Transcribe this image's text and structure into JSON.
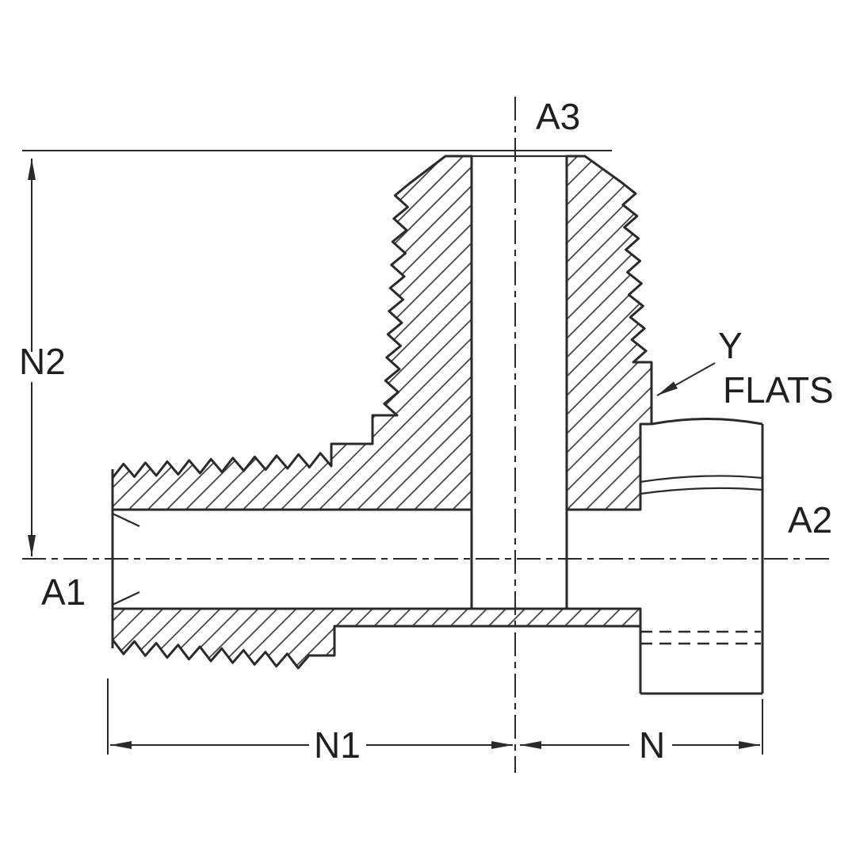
{
  "drawing": {
    "labels": {
      "a1": "A1",
      "a2": "A2",
      "a3": "A3",
      "n": "N",
      "n1": "N1",
      "n2": "N2",
      "y": "Y",
      "flats": "FLATS"
    },
    "colors": {
      "line": "#2a2a2a",
      "background": "#ffffff"
    }
  }
}
